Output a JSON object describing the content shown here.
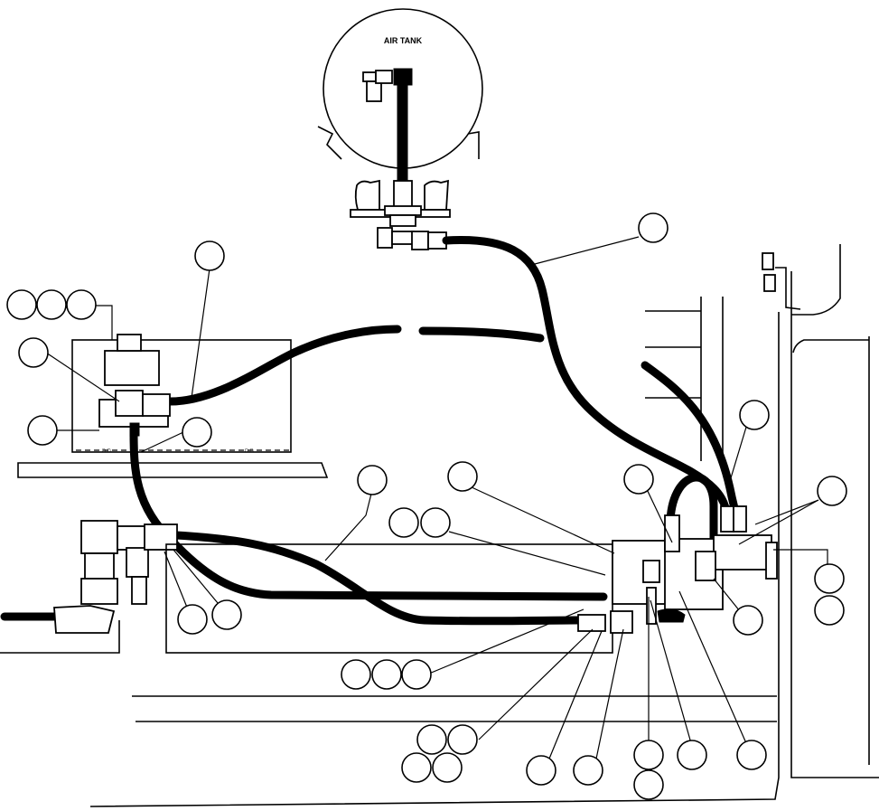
{
  "labels": {
    "air_tank": "AIR TANK"
  },
  "callouts": [
    {
      "id": "c1"
    },
    {
      "id": "c2"
    },
    {
      "id": "c3"
    },
    {
      "id": "c4"
    },
    {
      "id": "c5"
    },
    {
      "id": "c6"
    },
    {
      "id": "c7"
    },
    {
      "id": "c8"
    },
    {
      "id": "c9"
    },
    {
      "id": "c10"
    },
    {
      "id": "c11"
    },
    {
      "id": "c12"
    },
    {
      "id": "c13"
    },
    {
      "id": "c14"
    },
    {
      "id": "c15"
    },
    {
      "id": "c16"
    },
    {
      "id": "c17"
    },
    {
      "id": "c18"
    },
    {
      "id": "c19"
    },
    {
      "id": "c20"
    },
    {
      "id": "c21"
    },
    {
      "id": "c22"
    },
    {
      "id": "c23"
    },
    {
      "id": "c24"
    },
    {
      "id": "c25"
    },
    {
      "id": "c26"
    },
    {
      "id": "c27"
    },
    {
      "id": "c28"
    },
    {
      "id": "c29"
    },
    {
      "id": "c30"
    },
    {
      "id": "c31"
    },
    {
      "id": "c32"
    },
    {
      "id": "c33"
    }
  ]
}
